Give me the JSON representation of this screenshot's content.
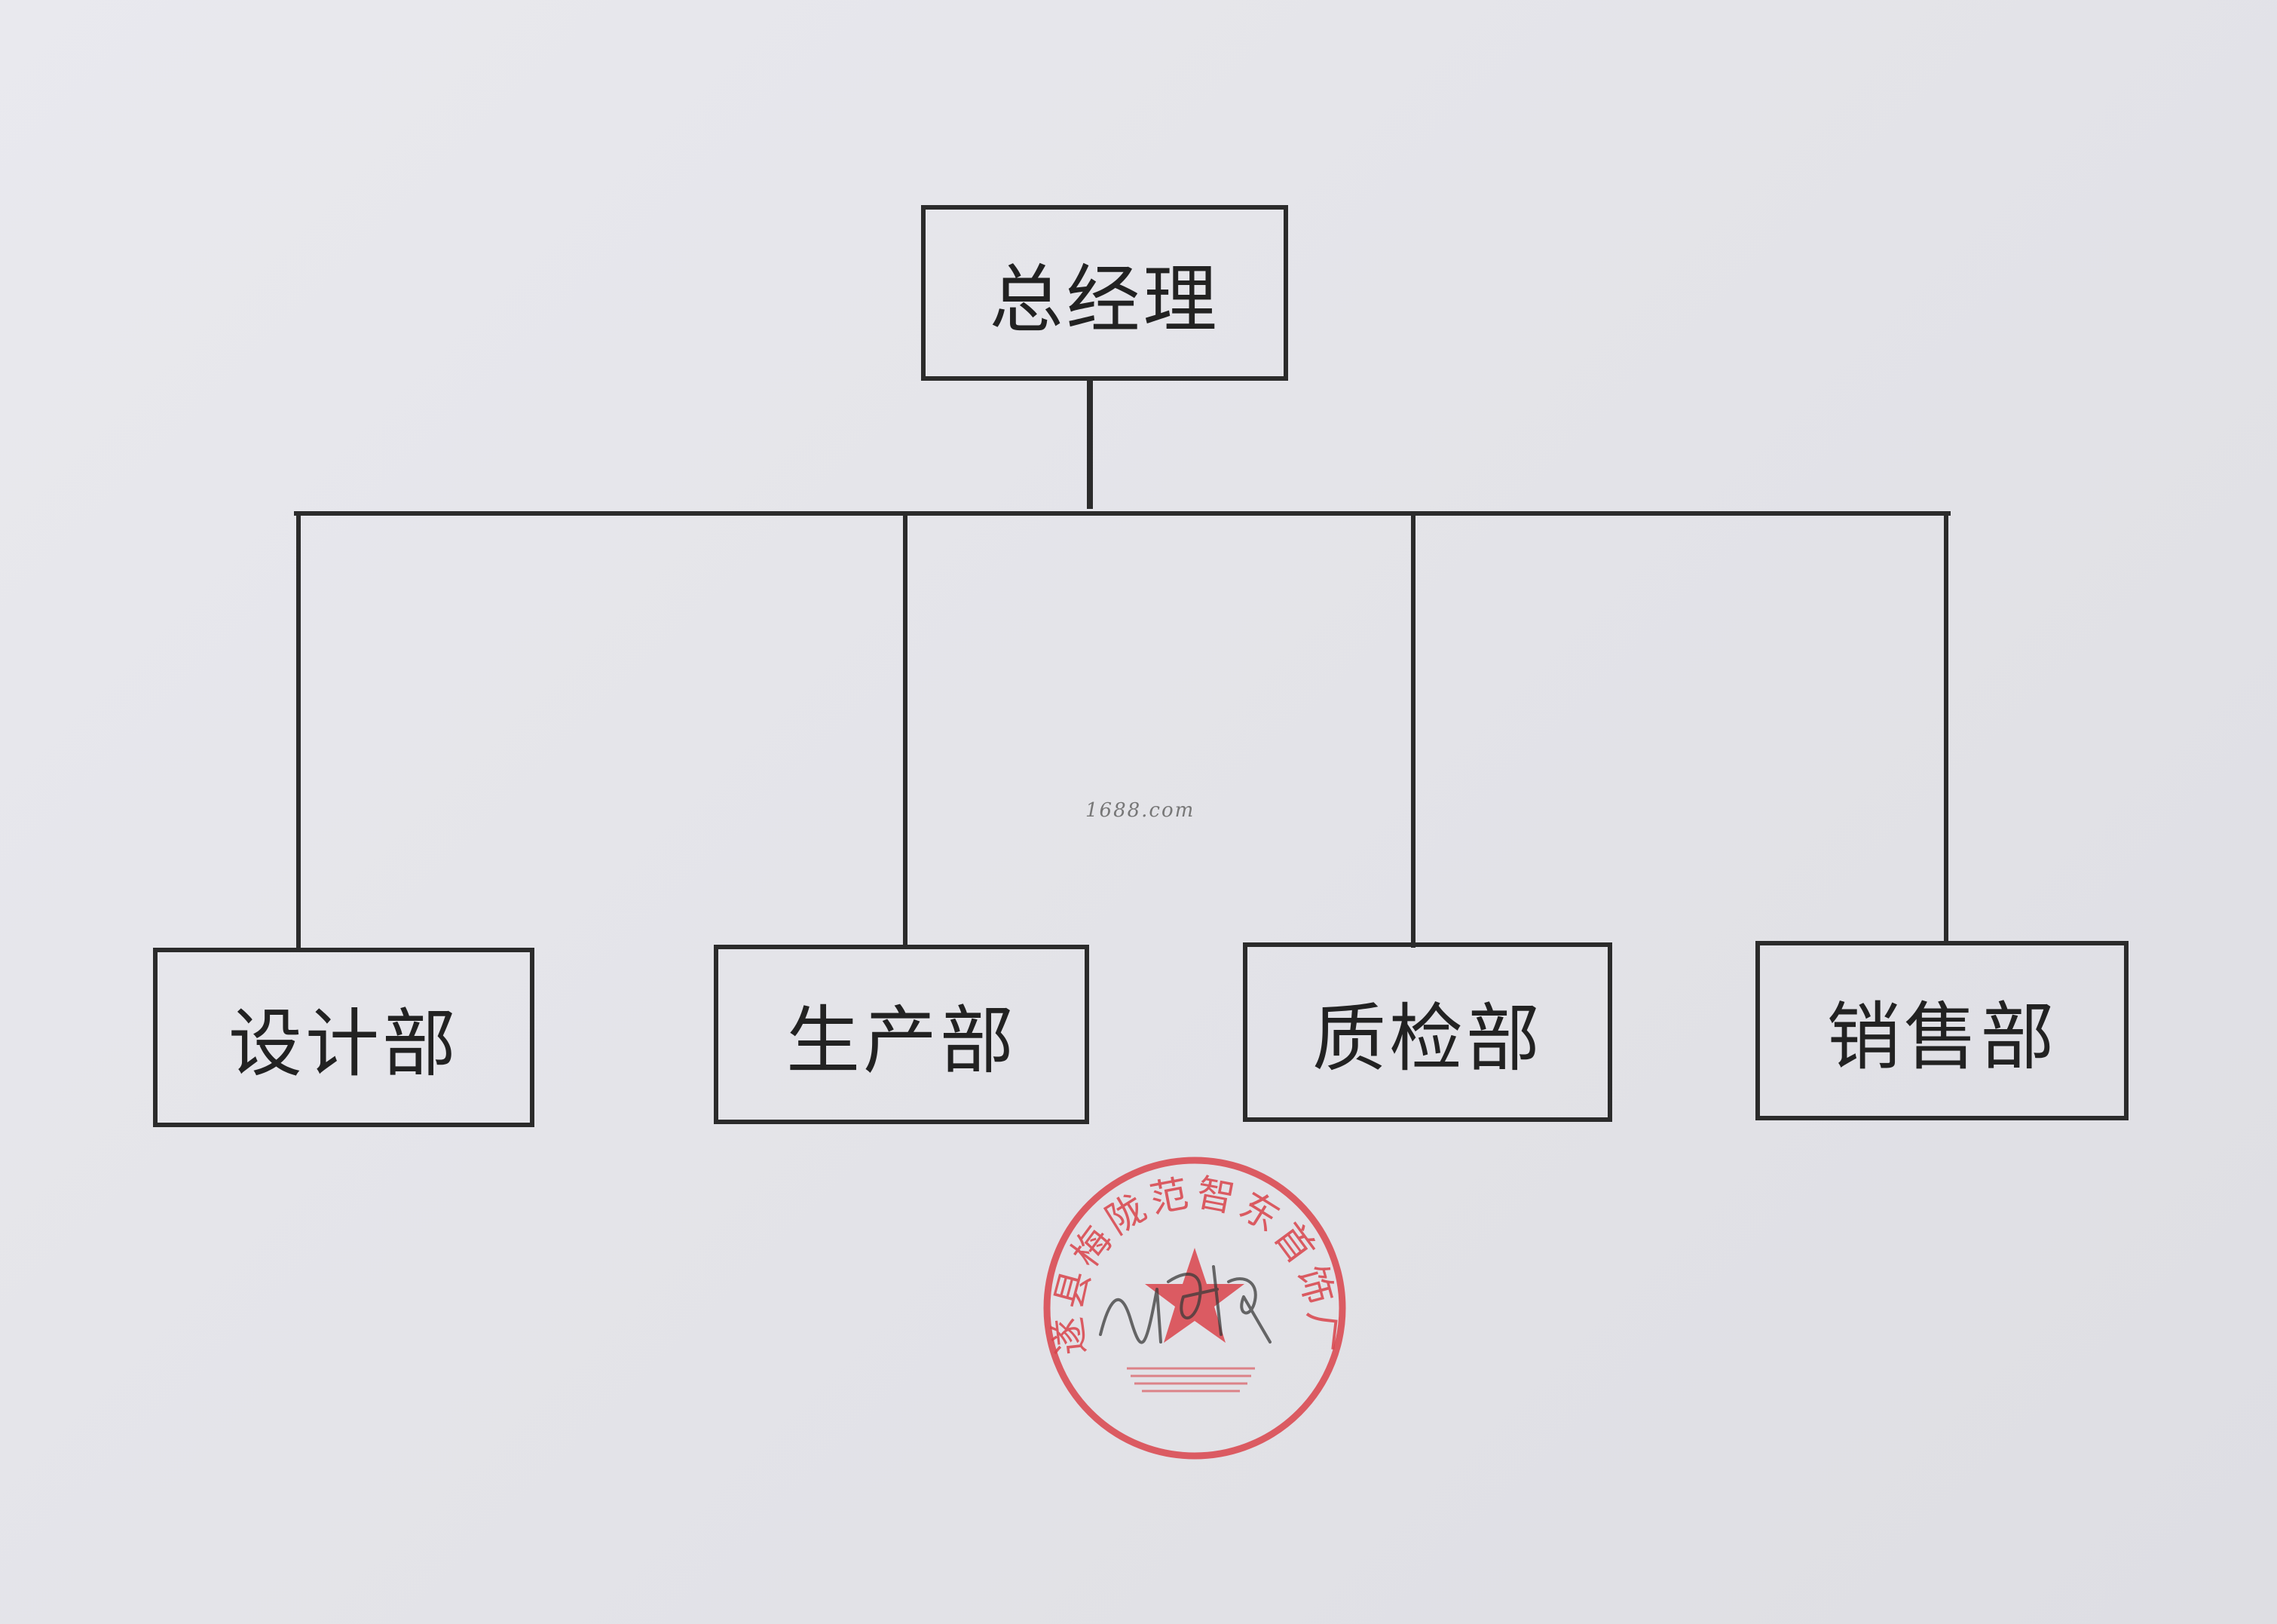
{
  "diagram": {
    "root": {
      "label": "总经理"
    },
    "departments": [
      {
        "label": "设计部"
      },
      {
        "label": "生产部"
      },
      {
        "label": "质检部"
      },
      {
        "label": "销售部"
      }
    ]
  },
  "watermark": {
    "text": "1688.com"
  },
  "seal": {
    "ring_text": "遂县梅陇范智东首饰厂",
    "color": "#d9434a"
  },
  "colors": {
    "paper": "#e6e6eb",
    "ink": "#2b2b2b",
    "seal": "#d9434a"
  }
}
